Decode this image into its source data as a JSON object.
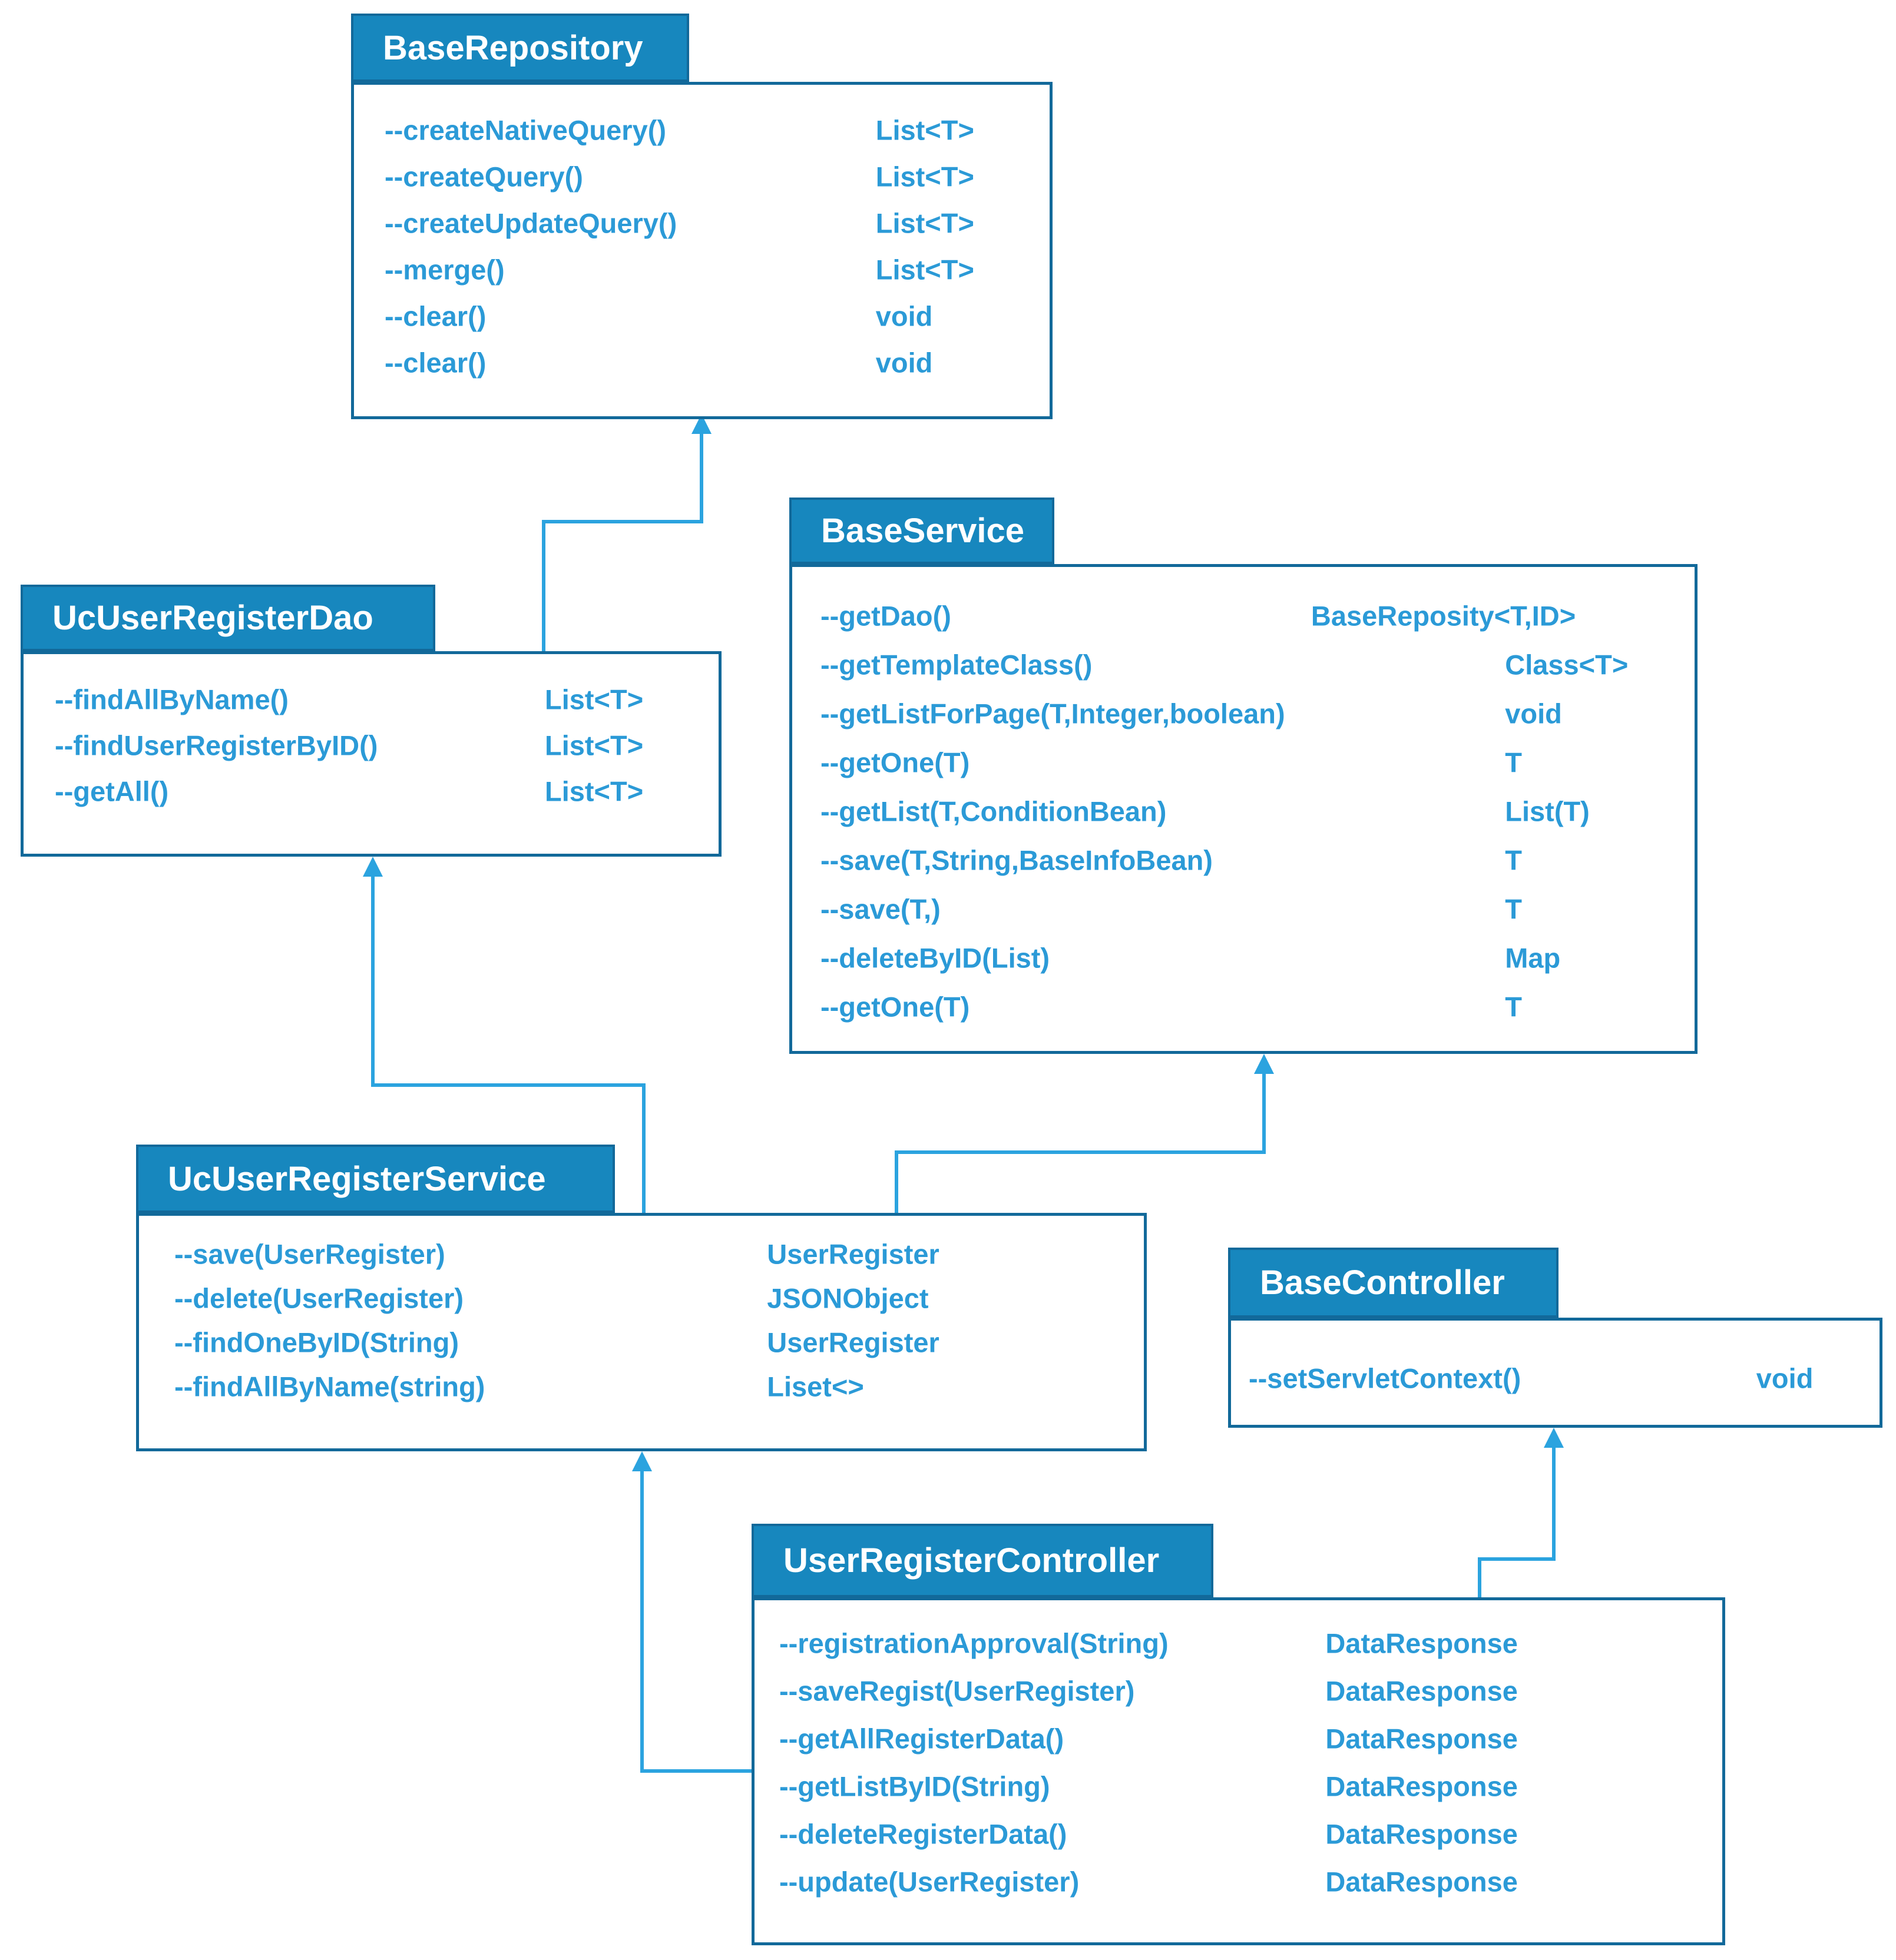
{
  "colors": {
    "tab_fill": "#1787BE",
    "box_border": "#12699A",
    "tab_text": "#FFFFFF",
    "method_text": "#2B9AD7",
    "connector": "#2BA3DF",
    "background": "#FFFFFF"
  },
  "classes": [
    {
      "name": "BaseRepository",
      "methods": [
        {
          "name": "--createNativeQuery()",
          "type": "List<T>"
        },
        {
          "name": "--createQuery()",
          "type": "List<T>"
        },
        {
          "name": "--createUpdateQuery()",
          "type": "List<T>"
        },
        {
          "name": "--merge()",
          "type": "List<T>"
        },
        {
          "name": "--clear()",
          "type": "void"
        },
        {
          "name": "--clear()",
          "type": "void"
        }
      ]
    },
    {
      "name": "UcUserRegisterDao",
      "methods": [
        {
          "name": "--findAllByName()",
          "type": "List<T>"
        },
        {
          "name": "--findUserRegisterByID()",
          "type": "List<T>"
        },
        {
          "name": "--getAll()",
          "type": "List<T>"
        }
      ]
    },
    {
      "name": "BaseService",
      "methods": [
        {
          "name": "--getDao()",
          "type": "BaseReposity<T,ID>"
        },
        {
          "name": "--getTemplateClass()",
          "type": "Class<T>"
        },
        {
          "name": "--getListForPage(T,Integer,boolean)",
          "type": "void"
        },
        {
          "name": "--getOne(T)",
          "type": "T"
        },
        {
          "name": "--getList(T,ConditionBean)",
          "type": "List(T)"
        },
        {
          "name": "--save(T,String,BaseInfoBean)",
          "type": "T"
        },
        {
          "name": "--save(T,)",
          "type": "T"
        },
        {
          "name": "--deleteByID(List)",
          "type": "Map"
        },
        {
          "name": "--getOne(T)",
          "type": "T"
        }
      ]
    },
    {
      "name": "UcUserRegisterService",
      "methods": [
        {
          "name": "--save(UserRegister)",
          "type": "UserRegister"
        },
        {
          "name": "--delete(UserRegister)",
          "type": "JSONObject"
        },
        {
          "name": "--findOneByID(String)",
          "type": "UserRegister"
        },
        {
          "name": "--findAllByName(string)",
          "type": "Liset<>"
        }
      ]
    },
    {
      "name": "BaseController",
      "methods": [
        {
          "name": "--setServletContext()",
          "type": "void"
        }
      ]
    },
    {
      "name": "UserRegisterController",
      "methods": [
        {
          "name": "--registrationApproval(String)",
          "type": "DataResponse"
        },
        {
          "name": "--saveRegist(UserRegister)",
          "type": "DataResponse"
        },
        {
          "name": "--getAllRegisterData()",
          "type": "DataResponse"
        },
        {
          "name": "--getListByID(String)",
          "type": "DataResponse"
        },
        {
          "name": "--deleteRegisterData()",
          "type": "DataResponse"
        },
        {
          "name": "--update(UserRegister)",
          "type": "DataResponse"
        }
      ]
    }
  ],
  "relations": [
    {
      "from": "UcUserRegisterDao",
      "to": "BaseRepository"
    },
    {
      "from": "UcUserRegisterService",
      "to": "UcUserRegisterDao"
    },
    {
      "from": "UcUserRegisterService",
      "to": "BaseService"
    },
    {
      "from": "UserRegisterController",
      "to": "UcUserRegisterService"
    },
    {
      "from": "UserRegisterController",
      "to": "BaseController"
    }
  ]
}
